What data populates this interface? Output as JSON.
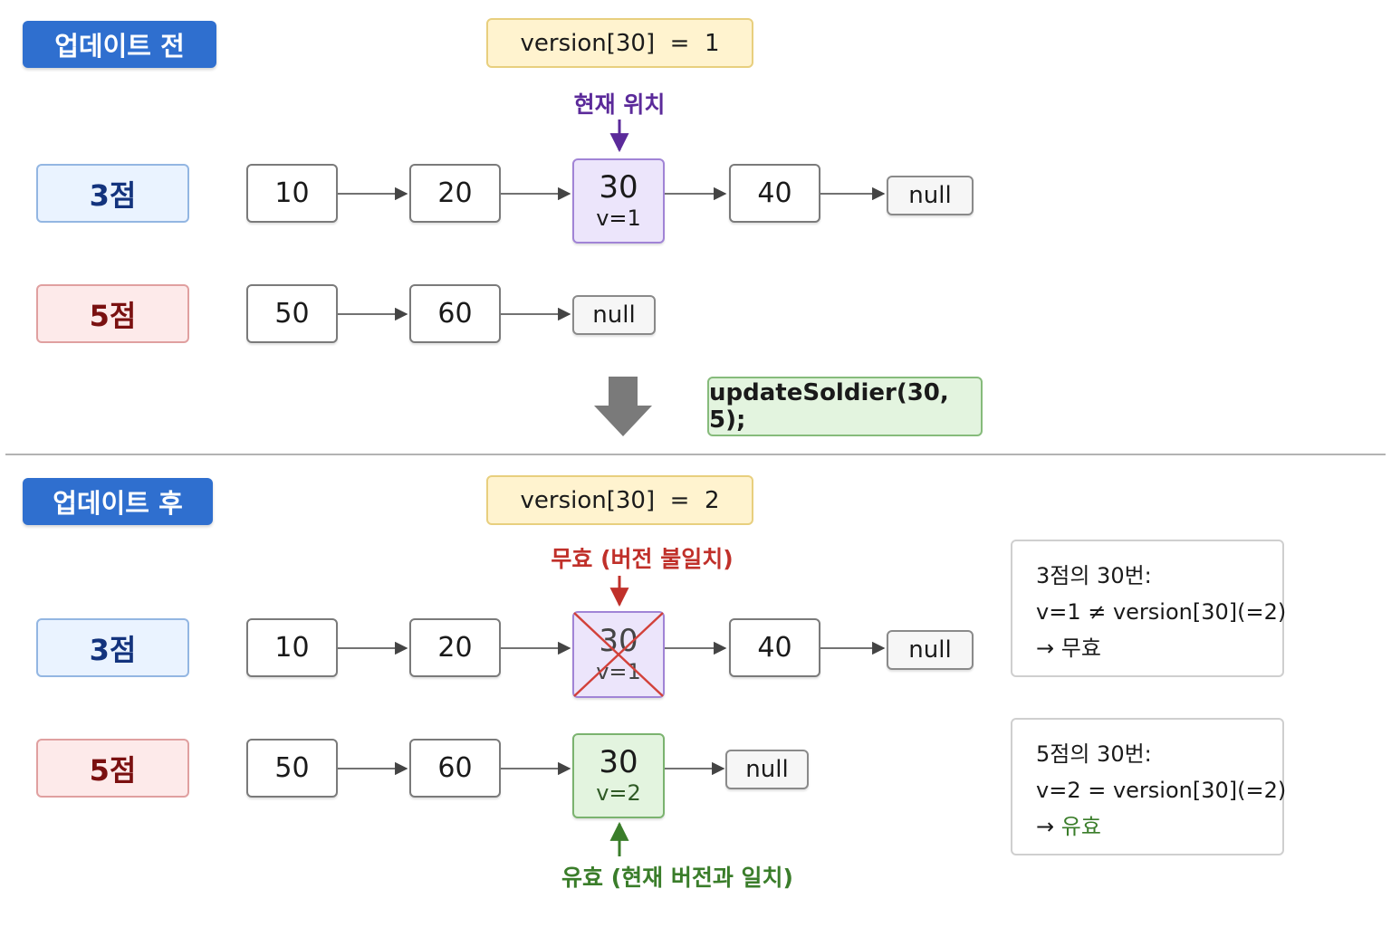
{
  "colors": {
    "title_bg": "#2f6fcf",
    "version_bg": "#fff3cf",
    "score3_text": "#13337d",
    "score5_text": "#7a1010",
    "current_marker": "#5b2a9a",
    "invalid_marker": "#c0302a",
    "valid_marker": "#3a7d2a"
  },
  "before": {
    "title": "업데이트 전",
    "version_text": "version[30]  =  1",
    "pointer_label": "현재 위치",
    "score3": {
      "label": "3점",
      "nodes": [
        "10",
        "20"
      ],
      "highlight": {
        "value": "30",
        "version": "v=1"
      },
      "tail_nodes": [
        "40"
      ],
      "null_label": "null"
    },
    "score5": {
      "label": "5점",
      "nodes": [
        "50",
        "60"
      ],
      "null_label": "null"
    }
  },
  "operation": {
    "code": "updateSoldier(30, 5);"
  },
  "after": {
    "title": "업데이트 후",
    "version_text": "version[30]  =  2",
    "invalid_label": "무효 (버전 불일치)",
    "valid_label": "유효 (현재 버전과 일치)",
    "score3": {
      "label": "3점",
      "nodes": [
        "10",
        "20"
      ],
      "crossed": {
        "value": "30",
        "version": "v=1"
      },
      "tail_nodes": [
        "40"
      ],
      "null_label": "null"
    },
    "score5": {
      "label": "5점",
      "nodes": [
        "50",
        "60"
      ],
      "new_node": {
        "value": "30",
        "version": "v=2"
      },
      "null_label": "null"
    },
    "note3": {
      "line1": "3점의 30번:",
      "line2": "v=1 ≠ version[30](=2)",
      "arrow": "→",
      "result": "무효"
    },
    "note5": {
      "line1": "5점의 30번:",
      "line2": "v=2 = version[30](=2)",
      "arrow": "→",
      "result": "유효"
    }
  }
}
